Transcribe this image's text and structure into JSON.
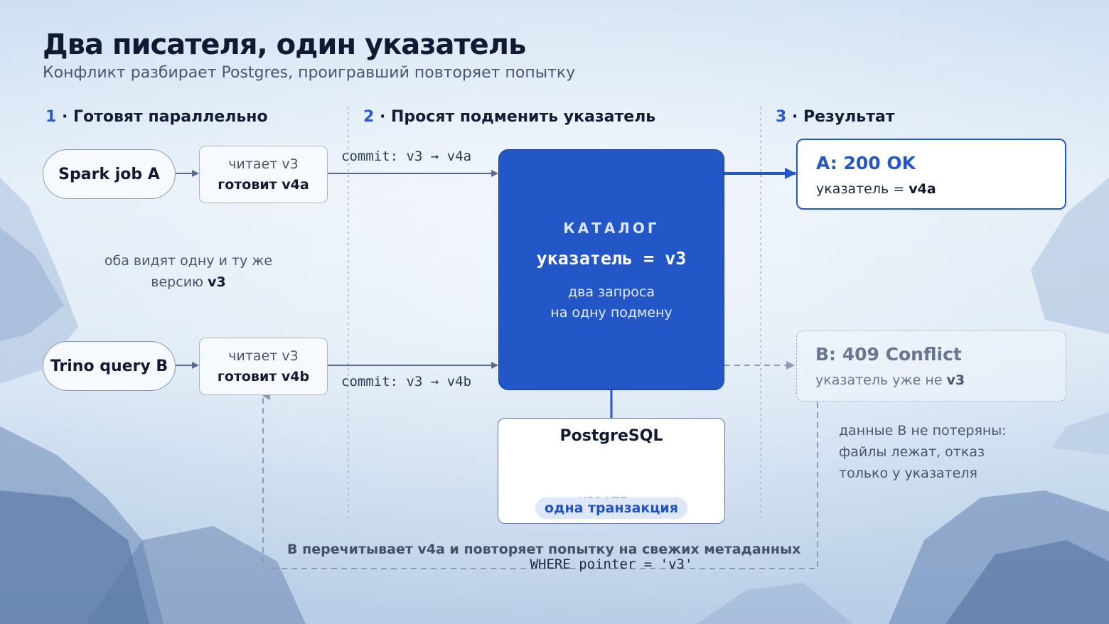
{
  "slide": {
    "title": "Два писателя, один указатель",
    "subtitle": "Конфликт разбирает Postgres, проигравший повторяет попытку"
  },
  "steps": [
    {
      "num": "1",
      "label": "· Готовят параллельно"
    },
    {
      "num": "2",
      "label": "· Просят подменить указатель"
    },
    {
      "num": "3",
      "label": "· Результат"
    }
  ],
  "writers": {
    "a": {
      "name": "Spark job A",
      "reads": "читает v3",
      "prepares": "готовит v4a",
      "commit": "commit: v3 → v4a"
    },
    "b": {
      "name": "Trino query B",
      "reads": "читает v3",
      "prepares": "готовит v4b",
      "commit": "commit: v3 → v4b"
    }
  },
  "shared_note": {
    "line1": "оба видят одну и ту же",
    "line2_prefix": "версию",
    "line2_value": "v3"
  },
  "catalog": {
    "label": "КАТАЛОГ",
    "pointer": "указатель = v3",
    "note_line1": "два запроса",
    "note_line2": "на одну подмену"
  },
  "postgres": {
    "title": "PostgreSQL",
    "code_line1": "UPDATE …",
    "code_line2": "WHERE pointer = 'v3'",
    "badge": "одна транзакция"
  },
  "results": {
    "a": {
      "head": "A: 200 OK",
      "text_prefix": "указатель =",
      "text_value": "v4a"
    },
    "b": {
      "head": "B: 409 Conflict",
      "text_prefix": "указатель уже не",
      "text_value": "v3"
    }
  },
  "b_note": {
    "line1": "данные B не потеряны:",
    "line2": "файлы лежат, отказ",
    "line3": "только у указателя"
  },
  "retry_note": "B перечитывает v4a и повторяет попытку на свежих метаданных",
  "colors": {
    "accent": "#2356c7",
    "text_dark": "#111a33",
    "text_muted": "#4a5570",
    "arrow": "#5a6a94"
  }
}
